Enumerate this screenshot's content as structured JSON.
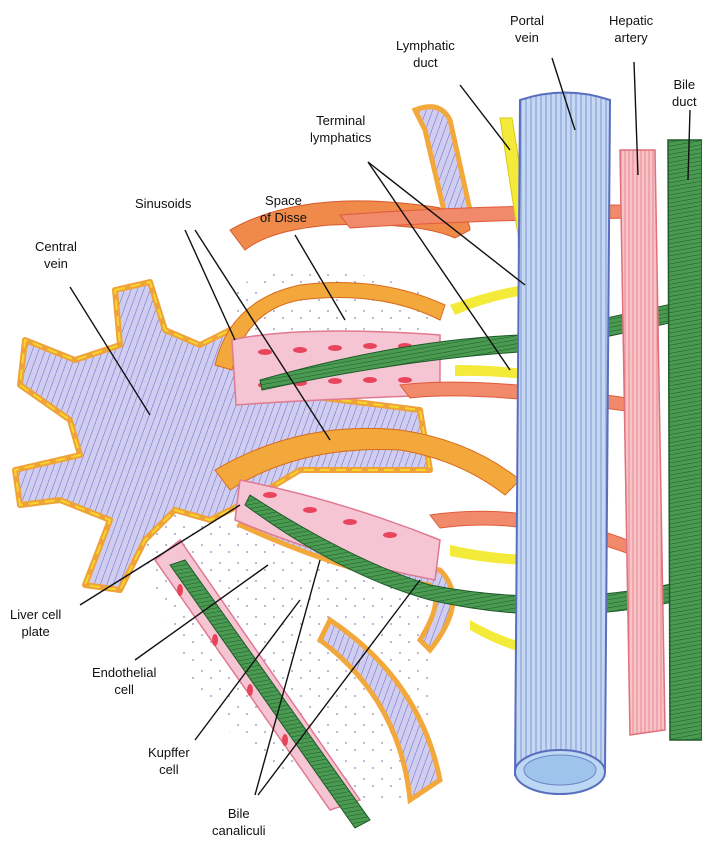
{
  "colors": {
    "vein_fill": "#c9c6ee",
    "vein_stroke": "#5a54b8",
    "portal_fill": "#bcd3f0",
    "sinusoid_orange": "#f2a83a",
    "endothelial_yellow": "#f5d62a",
    "hepatocyte_pink": "#f6c5d4",
    "artery_red": "#f3a0a6",
    "bile_green": "#3f8d48",
    "lymph_yellow": "#f4ea3a"
  },
  "labels": {
    "central_vein": [
      "Central",
      "vein"
    ],
    "sinusoids": [
      "Sinusoids"
    ],
    "space_of_disse": [
      "Space",
      "of Disse"
    ],
    "terminal_lymphatics": [
      "Terminal",
      "lymphatics"
    ],
    "lymphatic_duct": [
      "Lymphatic",
      "duct"
    ],
    "portal_vein": [
      "Portal",
      "vein"
    ],
    "hepatic_artery": [
      "Hepatic",
      "artery"
    ],
    "bile_duct": [
      "Bile",
      "duct"
    ],
    "liver_cell_plate": [
      "Liver cell",
      "plate"
    ],
    "endothelial_cell": [
      "Endothelial",
      "cell"
    ],
    "kupffer_cell": [
      "Kupffer",
      "cell"
    ],
    "bile_canaliculi": [
      "Bile",
      "canaliculi"
    ]
  }
}
